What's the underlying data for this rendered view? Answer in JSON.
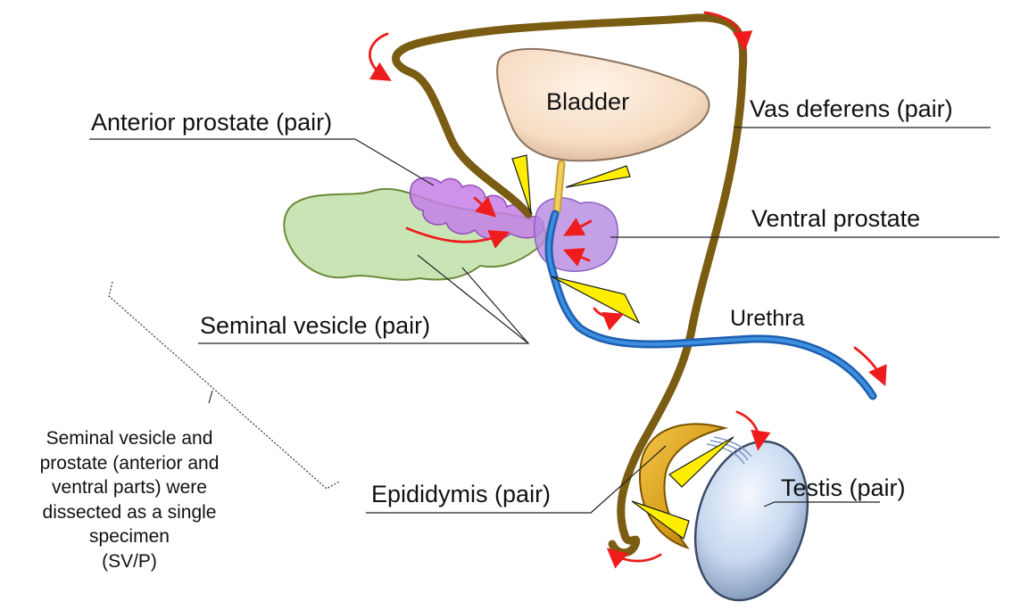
{
  "labels": {
    "bladder": "Bladder",
    "vas_deferens": "Vas deferens (pair)",
    "anterior_prostate": "Anterior prostate (pair)",
    "ventral_prostate": "Ventral  prostate",
    "seminal_vesicle": "Seminal vesicle (pair)",
    "urethra": "Urethra",
    "epididymis": "Epididymis (pair)",
    "testis": "Testis (pair)"
  },
  "note": {
    "lines": [
      "Seminal vesicle and",
      "prostate (anterior and",
      "ventral parts) were",
      "dissected  as a single",
      "specimen",
      "(SV/P)"
    ]
  },
  "colors": {
    "vas_deferens": "#7a5c12",
    "bladder_fill": "#f8e2cc",
    "anterior_prostate": "#c57fe6",
    "ventral_prostate": "#b58ae0",
    "seminal_vesicle": "#bfe0a8",
    "urethra": "#1e73c8",
    "epididymis": "#d49a17",
    "testis": "#c7d8f0",
    "arrow_red": "#ee1c1c",
    "pointer_yellow": "#ffee00"
  }
}
